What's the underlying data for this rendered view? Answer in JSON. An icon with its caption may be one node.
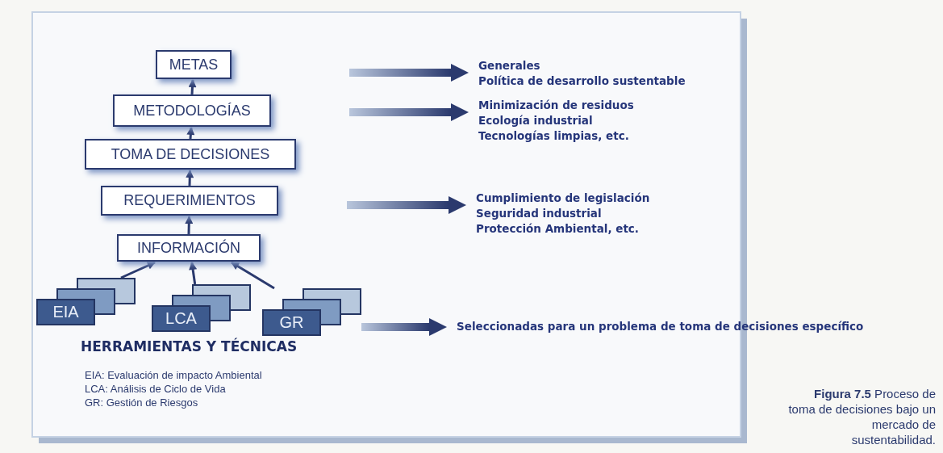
{
  "diagram": {
    "caption": "**Figura 7.5** Proceso de toma de decisiones bajo un mercado de sustentabilidad.",
    "nodes": [
      {
        "text": [
          "METAS"
        ]
      },
      {
        "text": [
          "METODOLOGÍAS"
        ]
      },
      {
        "text": [
          "TOMA DE DECISIONES"
        ]
      },
      {
        "text": [
          "REQUERIMIENTOS"
        ]
      },
      {
        "text": [
          "INFORMACIÓN"
        ]
      },
      {
        "text": [
          "EIA"
        ]
      },
      {
        "text": [
          "LCA"
        ]
      },
      {
        "text": [
          "GR"
        ]
      },
      {
        "text": [
          "Generales",
          "Política de desarrollo sustentable"
        ]
      },
      {
        "text": [
          "Minimización de residuos",
          "Ecología industrial",
          "Tecnologías limpias, etc."
        ]
      },
      {
        "text": [
          "Cumplimiento de legislación",
          "Seguridad industrial",
          "Protección Ambiental, etc."
        ]
      },
      {
        "text": [
          "Seleccionadas para un problema de toma de decisiones específico"
        ]
      }
    ],
    "edges": [
      {
        "from": 1,
        "to": 0,
        "arrow": "to"
      },
      {
        "from": 2,
        "to": 1,
        "arrow": "to"
      },
      {
        "from": 3,
        "to": 2,
        "arrow": "to"
      },
      {
        "from": 4,
        "to": 3,
        "arrow": "to"
      },
      {
        "from": 5,
        "to": 4,
        "arrow": "to"
      },
      {
        "from": 6,
        "to": 4,
        "arrow": "to"
      },
      {
        "from": 7,
        "to": 4,
        "arrow": "to"
      },
      {
        "from": null,
        "to": 8,
        "arrow": "to",
        "style": "thick"
      },
      {
        "from": null,
        "to": 9,
        "arrow": "to",
        "style": "thick"
      },
      {
        "from": null,
        "to": 10,
        "arrow": "to",
        "style": "thick"
      },
      {
        "from": 7,
        "to": 11,
        "arrow": "to",
        "style": "thick"
      }
    ],
    "labels": [
      "HERRAMIENTAS Y TÉCNICAS",
      "EIA: Evaluación de impacto Ambiental",
      "LCA: Análisis de Ciclo de Vida",
      "GR: Gestión de Riesgos"
    ]
  }
}
